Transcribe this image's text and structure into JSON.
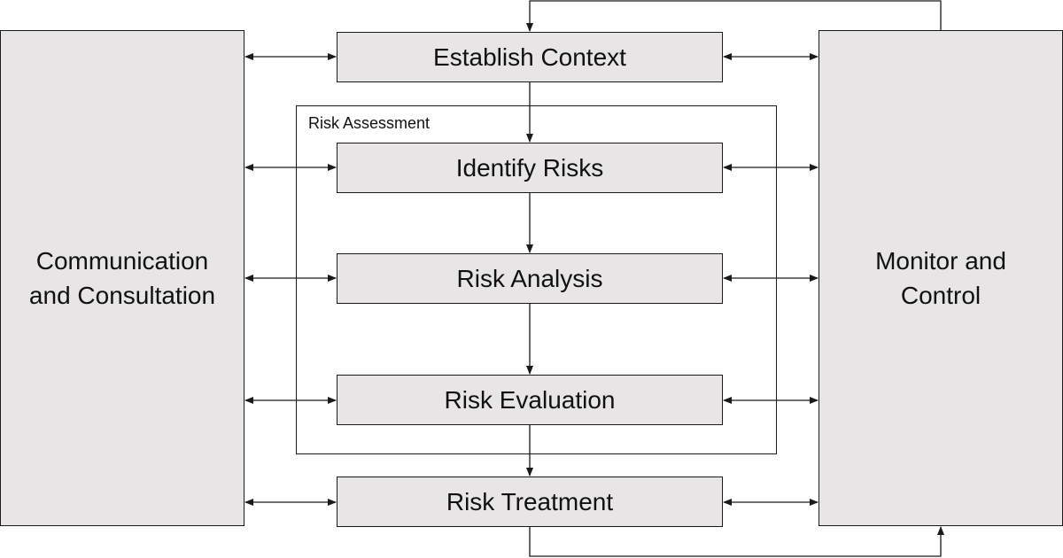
{
  "diagram": {
    "left_box": {
      "line1": "Communication",
      "line2": "and Consultation"
    },
    "right_box": {
      "line1": "Monitor and",
      "line2": "Control"
    },
    "group": {
      "label": "Risk Assessment"
    },
    "steps": {
      "establish_context": "Establish Context",
      "identify_risks": "Identify Risks",
      "risk_analysis": "Risk Analysis",
      "risk_evaluation": "Risk Evaluation",
      "risk_treatment": "Risk Treatment"
    },
    "colors": {
      "box_fill": "#e7e5e6",
      "line": "#1a1a1a"
    }
  }
}
